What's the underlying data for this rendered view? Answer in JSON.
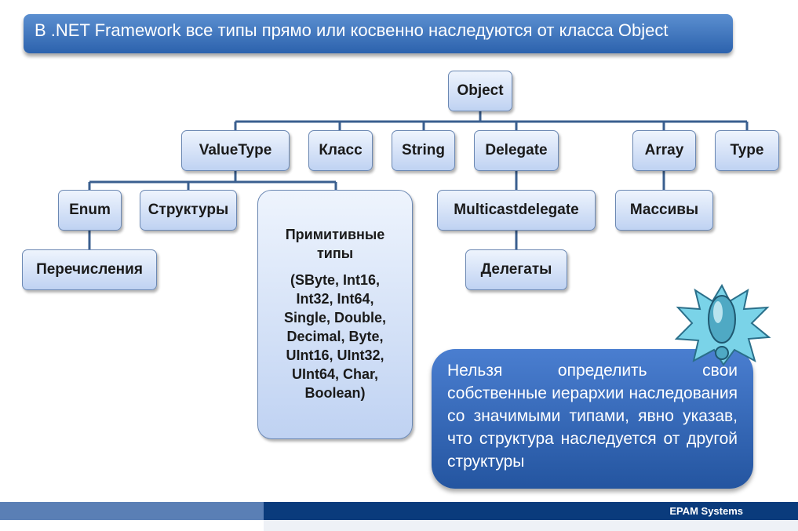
{
  "title": "В .NET Framework все типы прямо или косвенно наследуются от класса Object",
  "nodes": {
    "object": "Object",
    "valuetype": "ValueType",
    "klass": "Класс",
    "string": "String",
    "delegate": "Delegate",
    "array": "Array",
    "type": "Type",
    "enum": "Enum",
    "structures": "Структуры",
    "primitive_title_1": "Примитивные",
    "primitive_title_2": "типы",
    "primitive_list": [
      "(SByte, Int16,",
      "Int32, Int64,",
      "Single, Double,",
      "Decimal, Byte,",
      "UInt16, UInt32,",
      "UInt64, Char,",
      "Boolean)"
    ],
    "multicastdelegate": "Multicastdelegate",
    "arrays": "Массивы",
    "enumerations": "Перечисления",
    "delegates": "Делегаты"
  },
  "callout": {
    "text": "Нельзя определить свои собственные иерархии наследования со значимыми типами, явно указав, что структура наследуется от другой структуры"
  },
  "footer": {
    "company": "EPAM Systems"
  },
  "colors": {
    "title_bg": "#2c62ad",
    "node_fill": "#bfd2f2",
    "connector": "#3a5f8f",
    "callout_bg": "#2455a0",
    "footer_dark": "#0a3b7c",
    "footer_light": "#5a7fb5",
    "warning_icon": "#7ad3e8"
  },
  "icons": [
    "exclamation-warning-icon"
  ]
}
